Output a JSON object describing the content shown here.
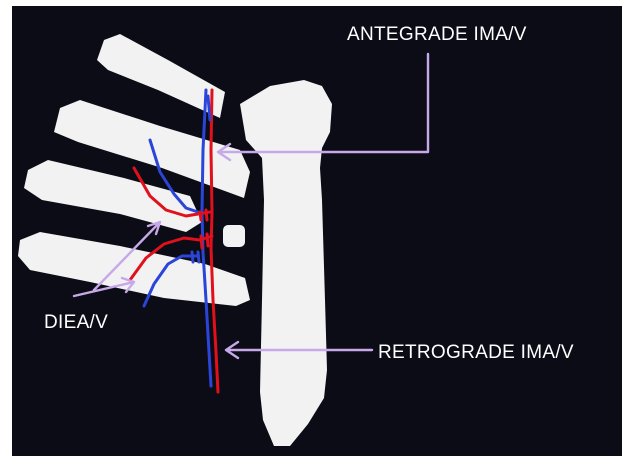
{
  "figure": {
    "background": "#0b0c16",
    "bone_color": "#f2f2f2",
    "artery_color": "#e0101c",
    "vein_color": "#2a45d8",
    "arrow_color": "#c7a8e8"
  },
  "labels": {
    "antegrade": "ANTEGRADE IMA/V",
    "retrograde": "RETROGRADE IMA/V",
    "diea": "DIEA/V"
  }
}
